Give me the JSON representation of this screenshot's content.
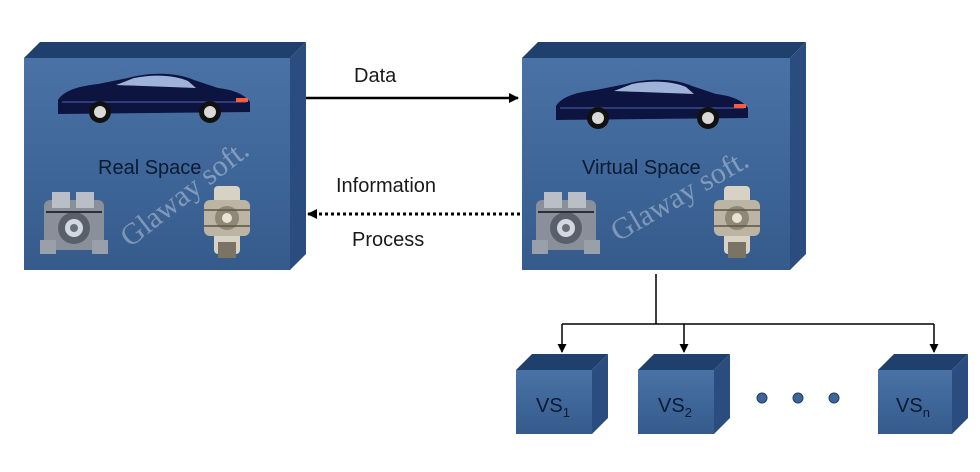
{
  "boxes": {
    "real": {
      "label": "Real Space"
    },
    "virtual": {
      "label": "Virtual Space"
    }
  },
  "arrows": {
    "data_label": "Data",
    "info_label_line1": "Information",
    "info_label_line2": "Process"
  },
  "subspaces": {
    "items": [
      {
        "base": "VS",
        "sub": "1"
      },
      {
        "base": "VS",
        "sub": "2"
      },
      {
        "base": "VS",
        "sub": "n"
      }
    ],
    "ellipsis_dots": 3
  },
  "watermark": {
    "text": "Glaway soft."
  },
  "colors": {
    "box_front": "#3e6598",
    "box_top": "#1f3f6c",
    "box_side": "#2a4c7e",
    "arrow": "#000000"
  }
}
